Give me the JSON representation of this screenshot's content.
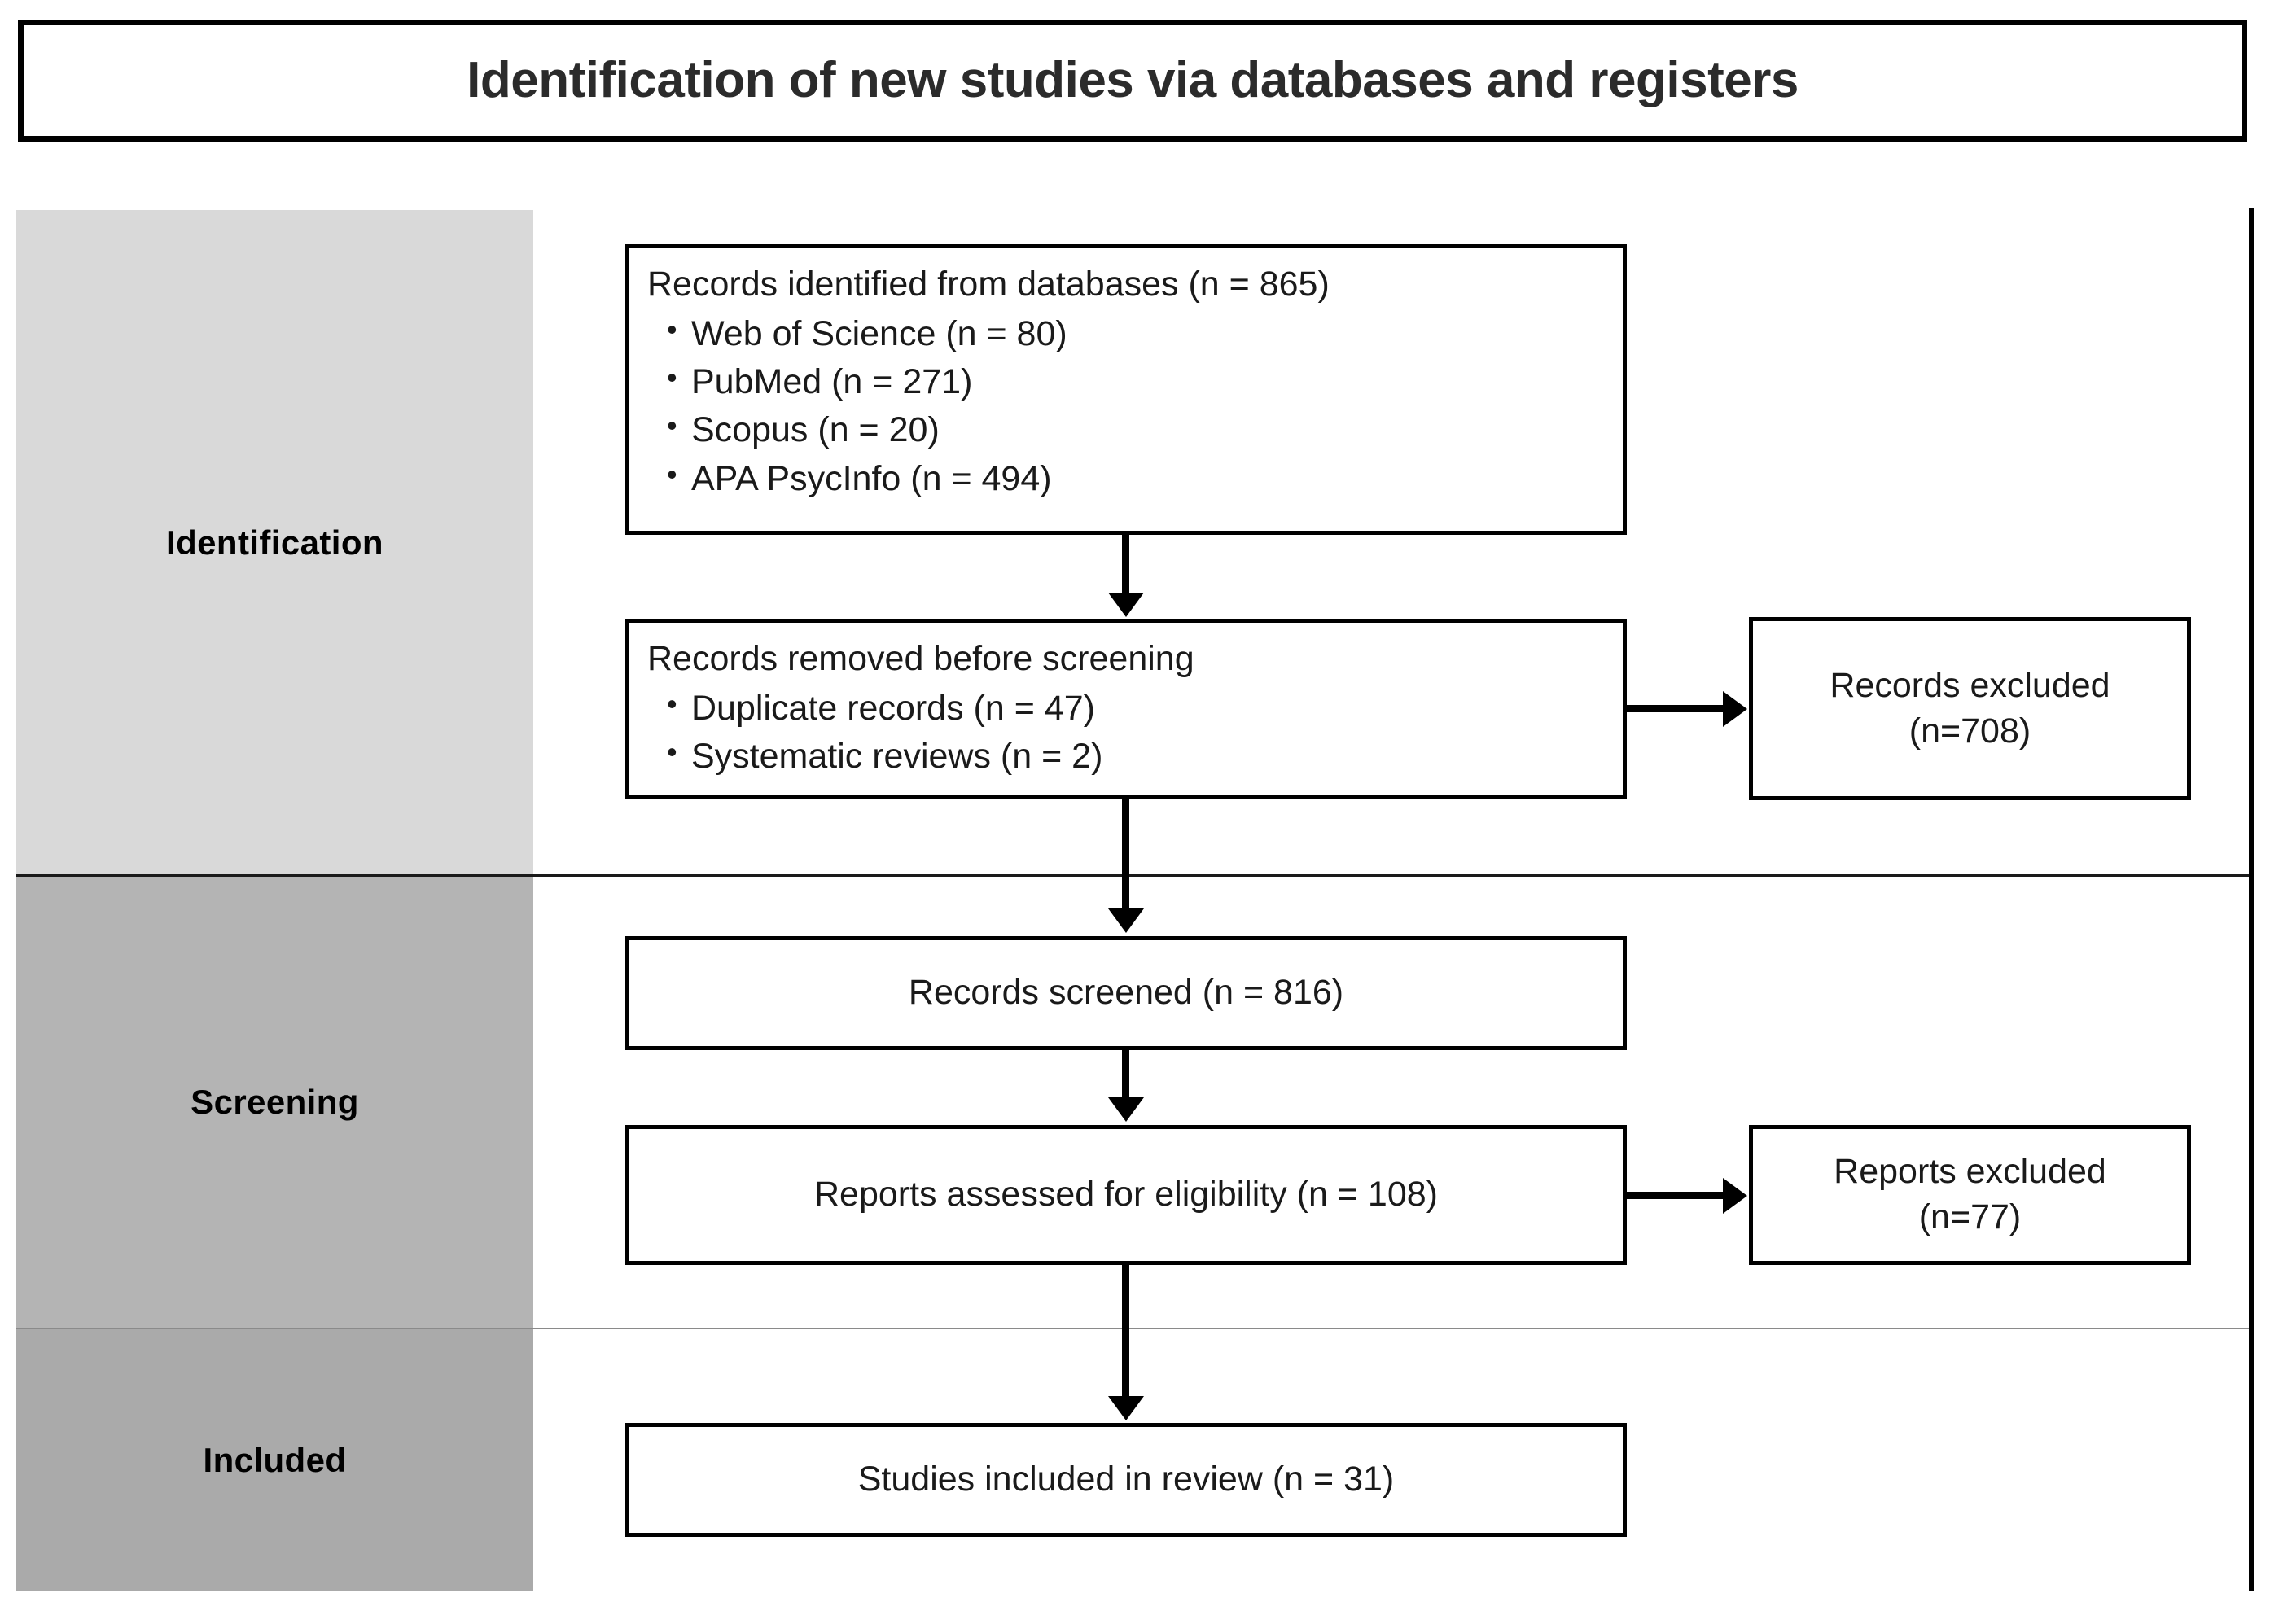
{
  "title": {
    "text": "Identification of new studies via databases and registers"
  },
  "stages": [
    {
      "id": "identification",
      "label": "Identification",
      "band_color": "#d9d9d9"
    },
    {
      "id": "screening",
      "label": "Screening",
      "band_color": "#b4b4b4"
    },
    {
      "id": "included",
      "label": "Included",
      "band_color": "#aaaaaa"
    }
  ],
  "boxes": {
    "identified": {
      "headline": "Records identified from databases (n = 865)",
      "items": [
        "Web of Science (n = 80)",
        "PubMed (n = 271)",
        "Scopus (n = 20)",
        "APA PsycInfo (n = 494)"
      ]
    },
    "removed": {
      "headline": "Records removed before screening",
      "items": [
        "Duplicate records (n = 47)",
        "Systematic reviews (n = 2)"
      ]
    },
    "records_excluded": {
      "line1": "Records excluded",
      "line2": "(n=708)"
    },
    "screened": {
      "text": "Records screened (n = 816)"
    },
    "eligibility": {
      "text": "Reports assessed for eligibility (n = 108)"
    },
    "reports_excluded": {
      "line1": "Reports excluded",
      "line2": "(n=77)"
    },
    "included": {
      "text": "Studies included in review (n = 31)"
    }
  },
  "chart_data": {
    "type": "diagram",
    "diagram_kind": "prisma-flow",
    "title": "Identification of new studies via databases and registers",
    "stages": [
      "Identification",
      "Screening",
      "Included"
    ],
    "nodes": [
      {
        "id": "identified",
        "stage": "Identification",
        "label": "Records identified from databases",
        "n": 865,
        "breakdown": [
          {
            "source": "Web of Science",
            "n": 80
          },
          {
            "source": "PubMed",
            "n": 271
          },
          {
            "source": "Scopus",
            "n": 20
          },
          {
            "source": "APA PsycInfo",
            "n": 494
          }
        ]
      },
      {
        "id": "removed",
        "stage": "Identification",
        "label": "Records removed before screening",
        "breakdown": [
          {
            "reason": "Duplicate records",
            "n": 47
          },
          {
            "reason": "Systematic reviews",
            "n": 2
          }
        ]
      },
      {
        "id": "records_excluded",
        "stage": "Identification",
        "label": "Records excluded",
        "n": 708
      },
      {
        "id": "screened",
        "stage": "Screening",
        "label": "Records screened",
        "n": 816
      },
      {
        "id": "eligibility",
        "stage": "Screening",
        "label": "Reports assessed for eligibility",
        "n": 108
      },
      {
        "id": "reports_excluded",
        "stage": "Screening",
        "label": "Reports excluded",
        "n": 77
      },
      {
        "id": "included",
        "stage": "Included",
        "label": "Studies included in review",
        "n": 31
      }
    ],
    "edges": [
      {
        "from": "identified",
        "to": "removed",
        "direction": "down"
      },
      {
        "from": "removed",
        "to": "records_excluded",
        "direction": "right"
      },
      {
        "from": "removed",
        "to": "screened",
        "direction": "down"
      },
      {
        "from": "screened",
        "to": "eligibility",
        "direction": "down"
      },
      {
        "from": "eligibility",
        "to": "reports_excluded",
        "direction": "right"
      },
      {
        "from": "eligibility",
        "to": "included",
        "direction": "down"
      }
    ]
  }
}
